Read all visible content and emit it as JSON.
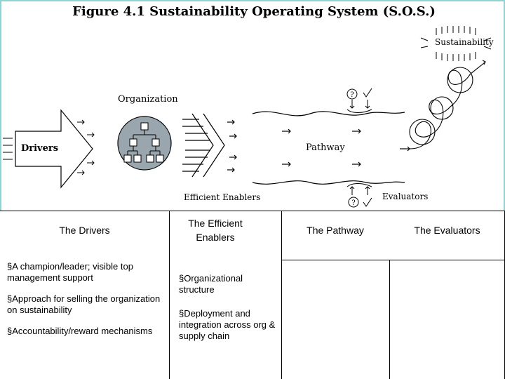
{
  "figure": {
    "title": "Figure 4.1 Sustainability Operating System (S.O.S.)",
    "labels": {
      "organization": "Organization",
      "drivers": "Drivers",
      "efficient_enablers": "Efficient Enablers",
      "pathway": "Pathway",
      "evaluators": "Evaluators",
      "sustainability": "Sustainability"
    }
  },
  "table": {
    "headers": [
      "The Drivers",
      "The Efficient Enablers",
      "The Pathway",
      "The Evaluators"
    ],
    "drivers_items": [
      "§A champion/leader; visible top management  support",
      "§Approach for selling the organization on sustainability",
      "§Accountability/reward mechanisms"
    ],
    "enablers_items": [
      "§Organizational structure",
      "§Deployment and integration across org & supply chain"
    ]
  }
}
